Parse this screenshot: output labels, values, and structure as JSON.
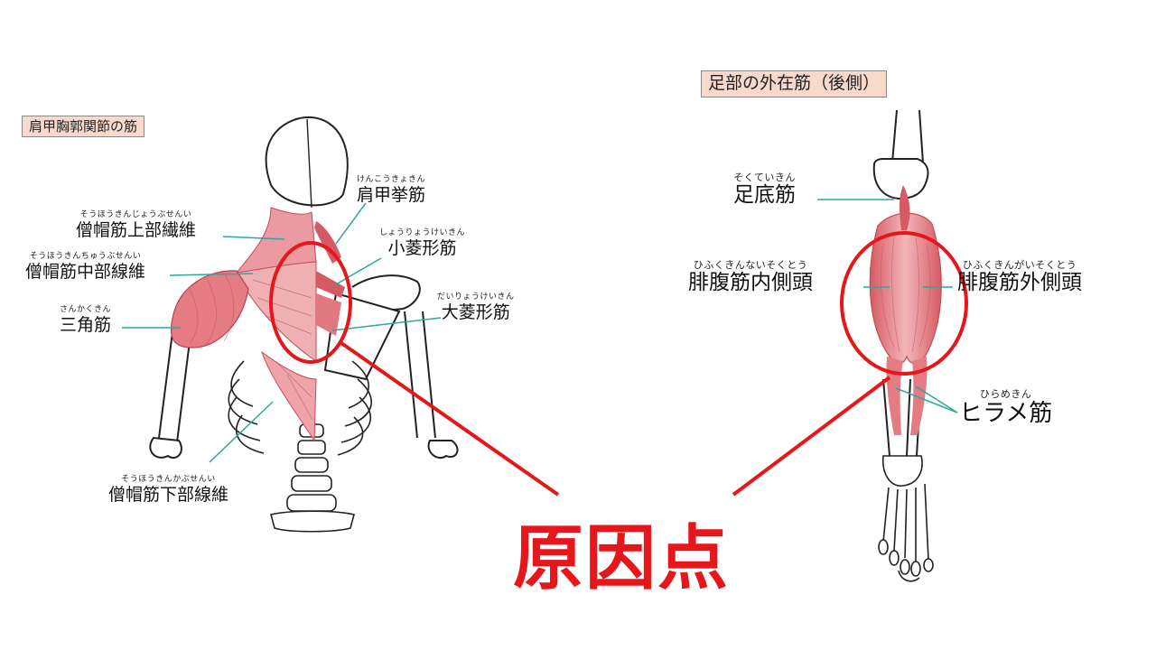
{
  "left": {
    "title": "肩甲胸郭関節の筋",
    "labels": [
      {
        "ruby": "けんこうきょきん",
        "name": "肩甲挙筋"
      },
      {
        "ruby": "そうほうきんじょうぶせんい",
        "name": "僧帽筋上部繊維"
      },
      {
        "ruby": "しょうりょうけいきん",
        "name": "小菱形筋"
      },
      {
        "ruby": "そうほうきんちゅうぶせんい",
        "name": "僧帽筋中部線維"
      },
      {
        "ruby": "だいりょうけいきん",
        "name": "大菱形筋"
      },
      {
        "ruby": "さんかくきん",
        "name": "三角筋"
      },
      {
        "ruby": "そうほうきんかぶせんい",
        "name": "僧帽筋下部線維"
      }
    ]
  },
  "right": {
    "title": "足部の外在筋（後側）",
    "labels": [
      {
        "ruby": "そくていきん",
        "name": "足底筋"
      },
      {
        "ruby": "ひふくきんないそくとう",
        "name": "腓腹筋内側頭"
      },
      {
        "ruby": "ひふくきんがいそくとう",
        "name": "腓腹筋外側頭"
      },
      {
        "ruby": "ひらめきん",
        "name": "ヒラメ筋"
      }
    ]
  },
  "annotation": {
    "label": "原因点",
    "color": "#e5171b"
  },
  "colors": {
    "muscle": "#e88c92",
    "muscle_dark": "#d65a63",
    "leader_line": "#2fa6a0",
    "title_bg": "#f8d9cc"
  }
}
